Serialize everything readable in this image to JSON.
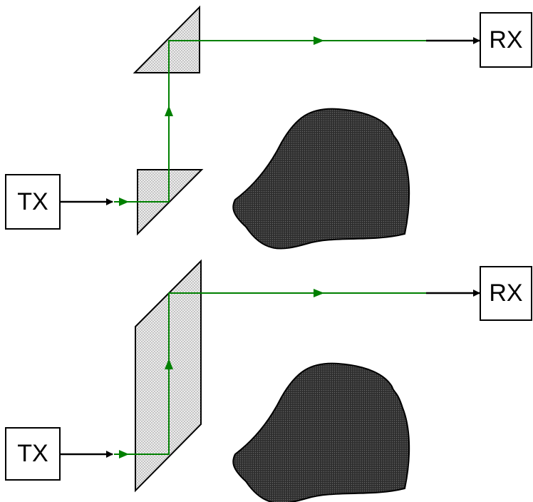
{
  "colors": {
    "beam": "#008000",
    "outline": "#000000",
    "prism_fill": "#e4e4e4",
    "obstacle_fill": "#3a3a3a"
  },
  "top_system": {
    "transmitter_label": "TX",
    "receiver_label": "RX",
    "optic": "two-right-angle-prisms",
    "obstacle": "dark-blob"
  },
  "bottom_system": {
    "transmitter_label": "TX",
    "receiver_label": "RX",
    "optic": "parallelogram-periscope-prism",
    "obstacle": "dark-blob"
  }
}
